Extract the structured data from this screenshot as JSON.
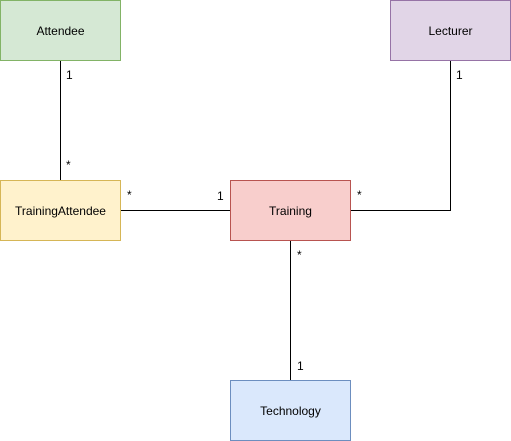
{
  "diagram": {
    "entities": [
      {
        "id": "attendee",
        "name": "Attendee",
        "fill": "#d5e8d4",
        "stroke": "#82b366"
      },
      {
        "id": "lecturer",
        "name": "Lecturer",
        "fill": "#e1d5e7",
        "stroke": "#9673a6"
      },
      {
        "id": "training_attendee",
        "name": "TrainingAttendee",
        "fill": "#fff2cc",
        "stroke": "#d6b656"
      },
      {
        "id": "training",
        "name": "Training",
        "fill": "#f8cecc",
        "stroke": "#b85450"
      },
      {
        "id": "technology",
        "name": "Technology",
        "fill": "#dae8fc",
        "stroke": "#6c8ebf"
      }
    ],
    "relations": [
      {
        "id": "attendee_to_training_attendee",
        "from": "attendee",
        "to": "training_attendee",
        "from_mult": "1",
        "to_mult": "*"
      },
      {
        "id": "training_attendee_to_training",
        "from": "training_attendee",
        "to": "training",
        "from_mult": "*",
        "to_mult": "1"
      },
      {
        "id": "training_to_lecturer",
        "from": "training",
        "to": "lecturer",
        "from_mult": "*",
        "to_mult": "1"
      },
      {
        "id": "training_to_technology",
        "from": "training",
        "to": "technology",
        "from_mult": "*",
        "to_mult": "1"
      }
    ]
  }
}
